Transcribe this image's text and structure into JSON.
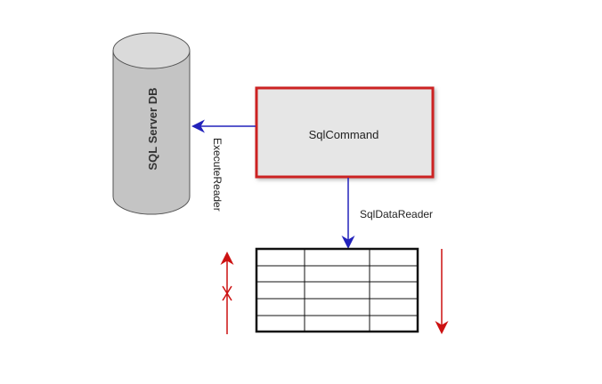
{
  "diagram": {
    "database_label": "SQL Server DB",
    "command_label": "SqlCommand",
    "execute_label": "ExecuteReader",
    "reader_label": "SqlDataReader",
    "table": {
      "rows": 5,
      "columns": 3
    },
    "colors": {
      "command_border": "#cc2222",
      "command_fill": "#e6e6e6",
      "db_fill": "#c4c4c4",
      "blue_arrow": "#2222bb",
      "red_arrow": "#cc1111"
    }
  }
}
